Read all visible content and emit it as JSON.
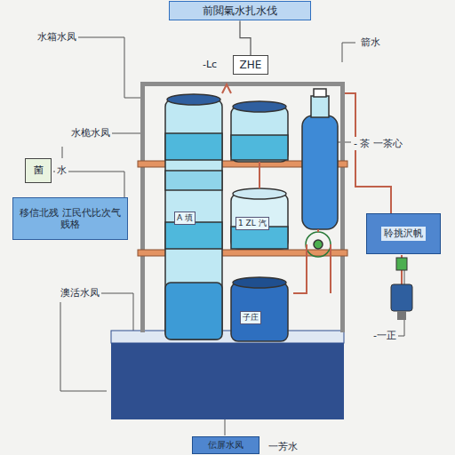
{
  "diagram": {
    "title": "前閲氣水扎水伐",
    "nodes": [
      {
        "text": [
          "前閲氣水扎水伐"
        ]
      },
      {
        "text": [
          "ZHE"
        ]
      },
      {
        "text": [
          "菌"
        ]
      },
      {
        "text": [
          "移信北残 江民代比次气",
          "贱格"
        ]
      },
      {
        "text": [
          "聆挑沢帆"
        ]
      },
      {
        "text": [
          "伝屏水凤"
        ]
      }
    ],
    "edges": [
      {
        "from": 0,
        "to": 1,
        "arrow": "none"
      }
    ],
    "labels": [
      "水箱水凤",
      "箭水",
      "-Lc",
      "水桅水凤",
      "水",
      "澳活水凤",
      "A 填",
      "1 ZL 汽",
      "子庄",
      "- 茶 一茶心",
      "-一正",
      "一芳水"
    ]
  }
}
